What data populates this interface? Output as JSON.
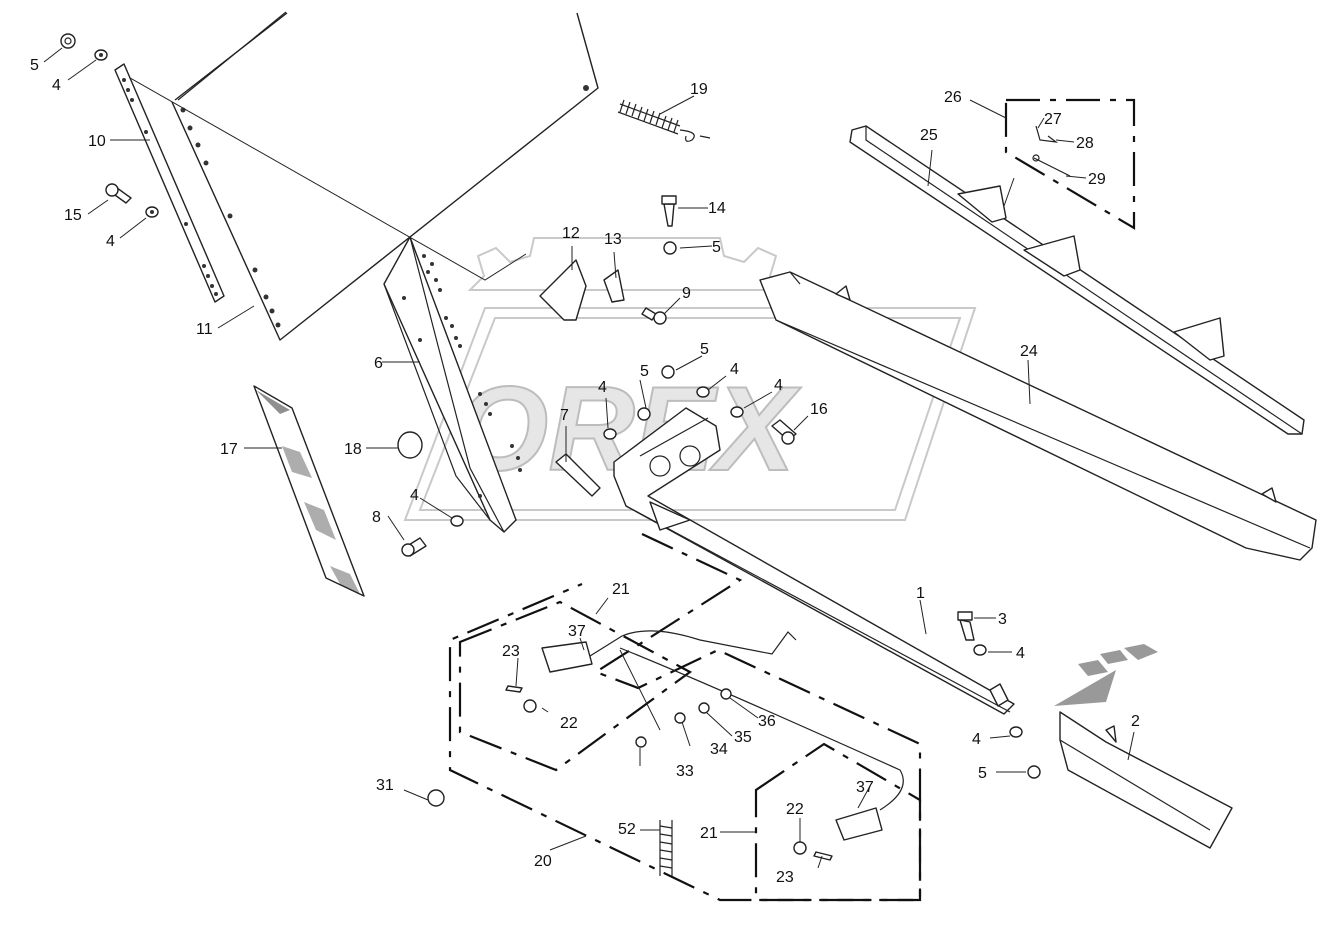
{
  "watermark": {
    "text": "OREX"
  },
  "callouts": [
    {
      "id": "c1",
      "text": "1"
    },
    {
      "id": "c2",
      "text": "2"
    },
    {
      "id": "c3",
      "text": "3"
    },
    {
      "id": "c4a",
      "text": "4"
    },
    {
      "id": "c4b",
      "text": "4"
    },
    {
      "id": "c4c",
      "text": "4"
    },
    {
      "id": "c4d",
      "text": "4"
    },
    {
      "id": "c4e",
      "text": "4"
    },
    {
      "id": "c4f",
      "text": "4"
    },
    {
      "id": "c4g",
      "text": "4"
    },
    {
      "id": "c4h",
      "text": "4"
    },
    {
      "id": "c5a",
      "text": "5"
    },
    {
      "id": "c5b",
      "text": "5"
    },
    {
      "id": "c5c",
      "text": "5"
    },
    {
      "id": "c5d",
      "text": "5"
    },
    {
      "id": "c5e",
      "text": "5"
    },
    {
      "id": "c6",
      "text": "6"
    },
    {
      "id": "c7",
      "text": "7"
    },
    {
      "id": "c8",
      "text": "8"
    },
    {
      "id": "c9",
      "text": "9"
    },
    {
      "id": "c10",
      "text": "10"
    },
    {
      "id": "c11",
      "text": "11"
    },
    {
      "id": "c12",
      "text": "12"
    },
    {
      "id": "c13",
      "text": "13"
    },
    {
      "id": "c14",
      "text": "14"
    },
    {
      "id": "c15",
      "text": "15"
    },
    {
      "id": "c16",
      "text": "16"
    },
    {
      "id": "c17",
      "text": "17"
    },
    {
      "id": "c18",
      "text": "18"
    },
    {
      "id": "c19",
      "text": "19"
    },
    {
      "id": "c20",
      "text": "20"
    },
    {
      "id": "c21a",
      "text": "21"
    },
    {
      "id": "c21b",
      "text": "21"
    },
    {
      "id": "c22a",
      "text": "22"
    },
    {
      "id": "c22b",
      "text": "22"
    },
    {
      "id": "c23a",
      "text": "23"
    },
    {
      "id": "c23b",
      "text": "23"
    },
    {
      "id": "c24",
      "text": "24"
    },
    {
      "id": "c25",
      "text": "25"
    },
    {
      "id": "c26",
      "text": "26"
    },
    {
      "id": "c27",
      "text": "27"
    },
    {
      "id": "c28",
      "text": "28"
    },
    {
      "id": "c29",
      "text": "29"
    },
    {
      "id": "c31",
      "text": "31"
    },
    {
      "id": "c33",
      "text": "33"
    },
    {
      "id": "c34",
      "text": "34"
    },
    {
      "id": "c35",
      "text": "35"
    },
    {
      "id": "c36",
      "text": "36"
    },
    {
      "id": "c37a",
      "text": "37"
    },
    {
      "id": "c37b",
      "text": "37"
    },
    {
      "id": "c52",
      "text": "52"
    }
  ]
}
